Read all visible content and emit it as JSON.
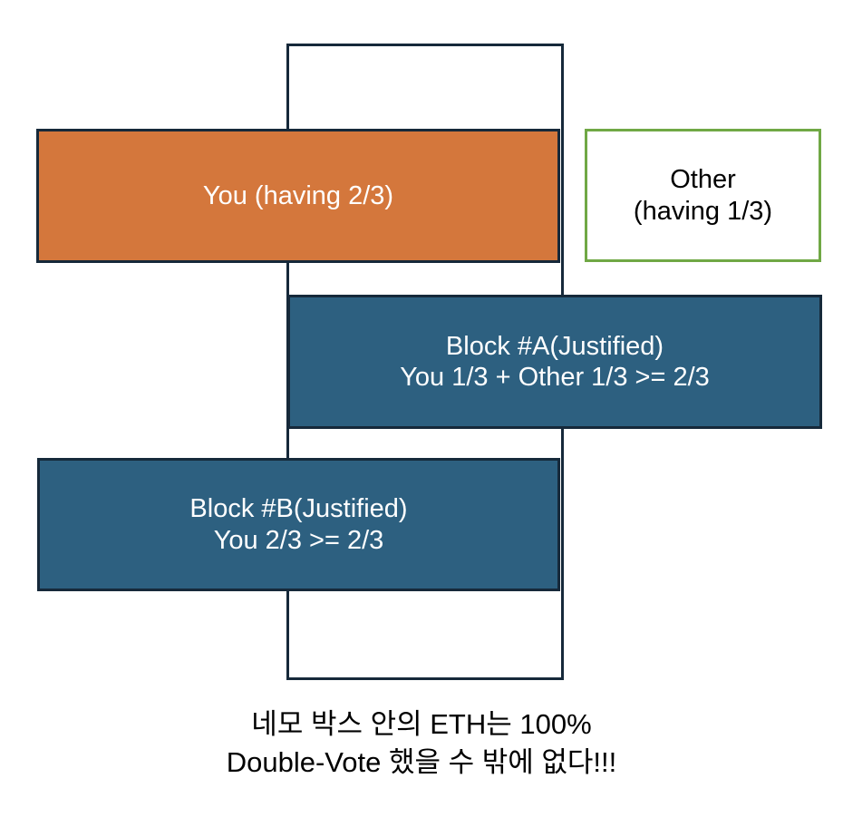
{
  "diagram": {
    "title_caption": {
      "line1": "네모 박스 안의 ETH는 100%",
      "line2": "Double-Vote 했을 수 밖에 없다!!!"
    },
    "boxes": {
      "vertical_overlap": {
        "label": "",
        "role": "nemo-box-overlap-region",
        "fill": "#ffffff",
        "stroke": "#16293a"
      },
      "you": {
        "label": "You (having 2/3)",
        "fill": "#d4773c",
        "stroke": "#16293a",
        "text_color": "#ffffff"
      },
      "other": {
        "label": "Other\n(having 1/3)",
        "fill": "#ffffff",
        "stroke": "#70a845",
        "text_color": "#000000"
      },
      "block_a": {
        "label": "Block #A(Justified)\nYou 1/3 + Other 1/3 >= 2/3",
        "fill": "#2d6080",
        "stroke": "#16293a",
        "text_color": "#ffffff"
      },
      "block_b": {
        "label": "Block #B(Justified)\nYou 2/3 >= 2/3",
        "fill": "#2d6080",
        "stroke": "#16293a",
        "text_color": "#ffffff"
      }
    }
  }
}
